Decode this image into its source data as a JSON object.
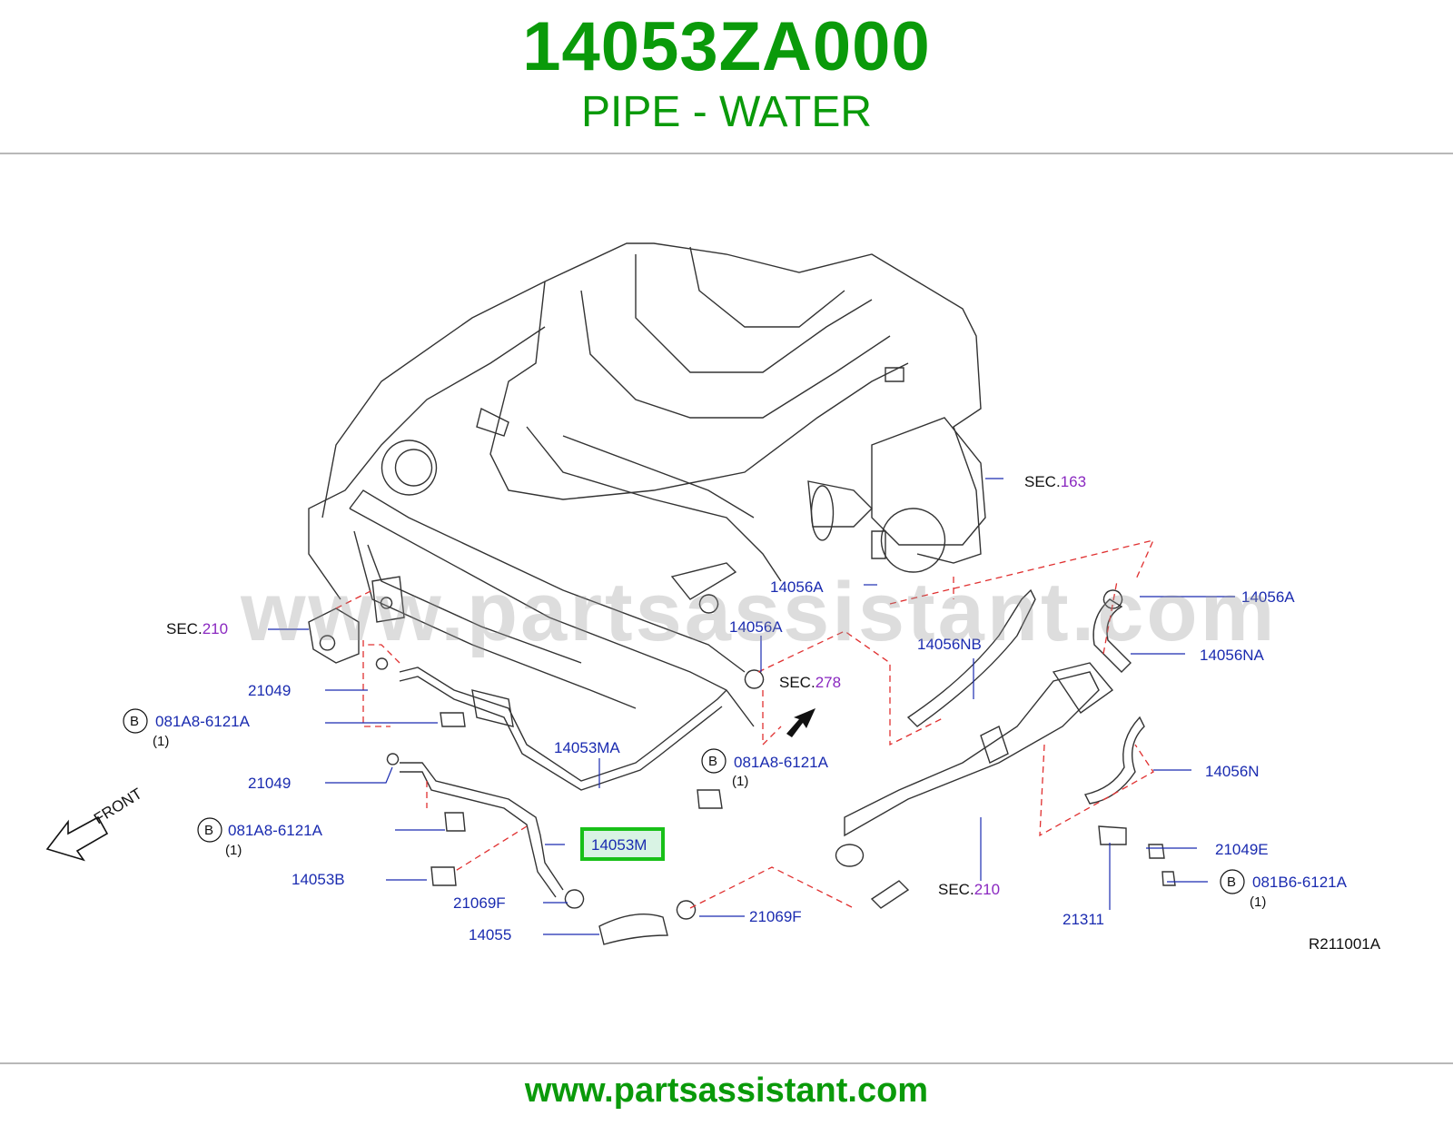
{
  "header": {
    "part_number": "14053ZA000",
    "part_name": "PIPE - WATER"
  },
  "watermark": "www.partsassistant.com",
  "footer": {
    "url": "www.partsassistant.com"
  },
  "diagram": {
    "highlight_color": "#18c018",
    "label_color": "#1a2bb0",
    "sec_color": "#8a28c0",
    "front_label": "FRONT",
    "ref_code": "R211001A",
    "sec_prefix": "SEC.",
    "sections": {
      "s163": "163",
      "s210_left": "210",
      "s278": "278",
      "s210_bottom": "210"
    },
    "labels": {
      "p14056A_top": "14056A",
      "p14056A_mid": "14056A",
      "p14056A_right": "14056A",
      "p14056NB": "14056NB",
      "p14056NA": "14056NA",
      "p14056N": "14056N",
      "p21049_a": "21049",
      "p21049_b": "21049",
      "p21049E": "21049E",
      "p081A8_a": "081A8-6121A",
      "p081A8_b": "081A8-6121A",
      "p081A8_c": "081A8-6121A",
      "p081B6": "081B6-6121A",
      "p14053MA": "14053MA",
      "p14053M": "14053M",
      "p14053B": "14053B",
      "p21069F_a": "21069F",
      "p21069F_b": "21069F",
      "p14055": "14055",
      "p21311": "21311",
      "qty_a": "(1)",
      "qty_b": "(1)",
      "qty_c": "(1)",
      "qty_d": "(1)",
      "b_marker": "B"
    }
  }
}
